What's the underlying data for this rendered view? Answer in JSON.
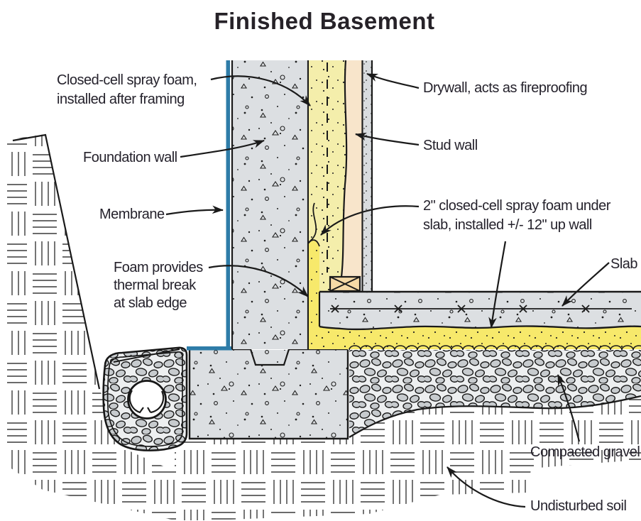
{
  "title": "Finished Basement",
  "labels": {
    "spray_foam_line1": "Closed-cell spray foam,",
    "spray_foam_line2": "installed after framing",
    "foundation_wall": "Foundation wall",
    "membrane": "Membrane",
    "thermal_break_line1": "Foam provides",
    "thermal_break_line2": "thermal break",
    "thermal_break_line3": "at slab edge",
    "drywall": "Drywall, acts as fireproofing",
    "stud_wall": "Stud wall",
    "underslab_foam_line1": "2\" closed-cell spray foam under",
    "underslab_foam_line2": "slab, installed +/- 12\" up wall",
    "slab": "Slab",
    "compacted_gravel": "Compacted gravel",
    "undisturbed_soil": "Undisturbed soil"
  },
  "colors": {
    "membrane_blue": "#2E7CA8",
    "concrete_gray": "#DCDFE2",
    "foam_upper_yellow": "#F4EEAB",
    "foam_under_yellow": "#F7E96B",
    "stud_tan": "#F8E5CB",
    "plate_orange": "#F5D9A6",
    "drywall_gray": "#D9DCDF",
    "gravel_stone_gray": "#C7CBCE",
    "line_black": "#1A1A1A",
    "text_dark": "#25222C"
  }
}
